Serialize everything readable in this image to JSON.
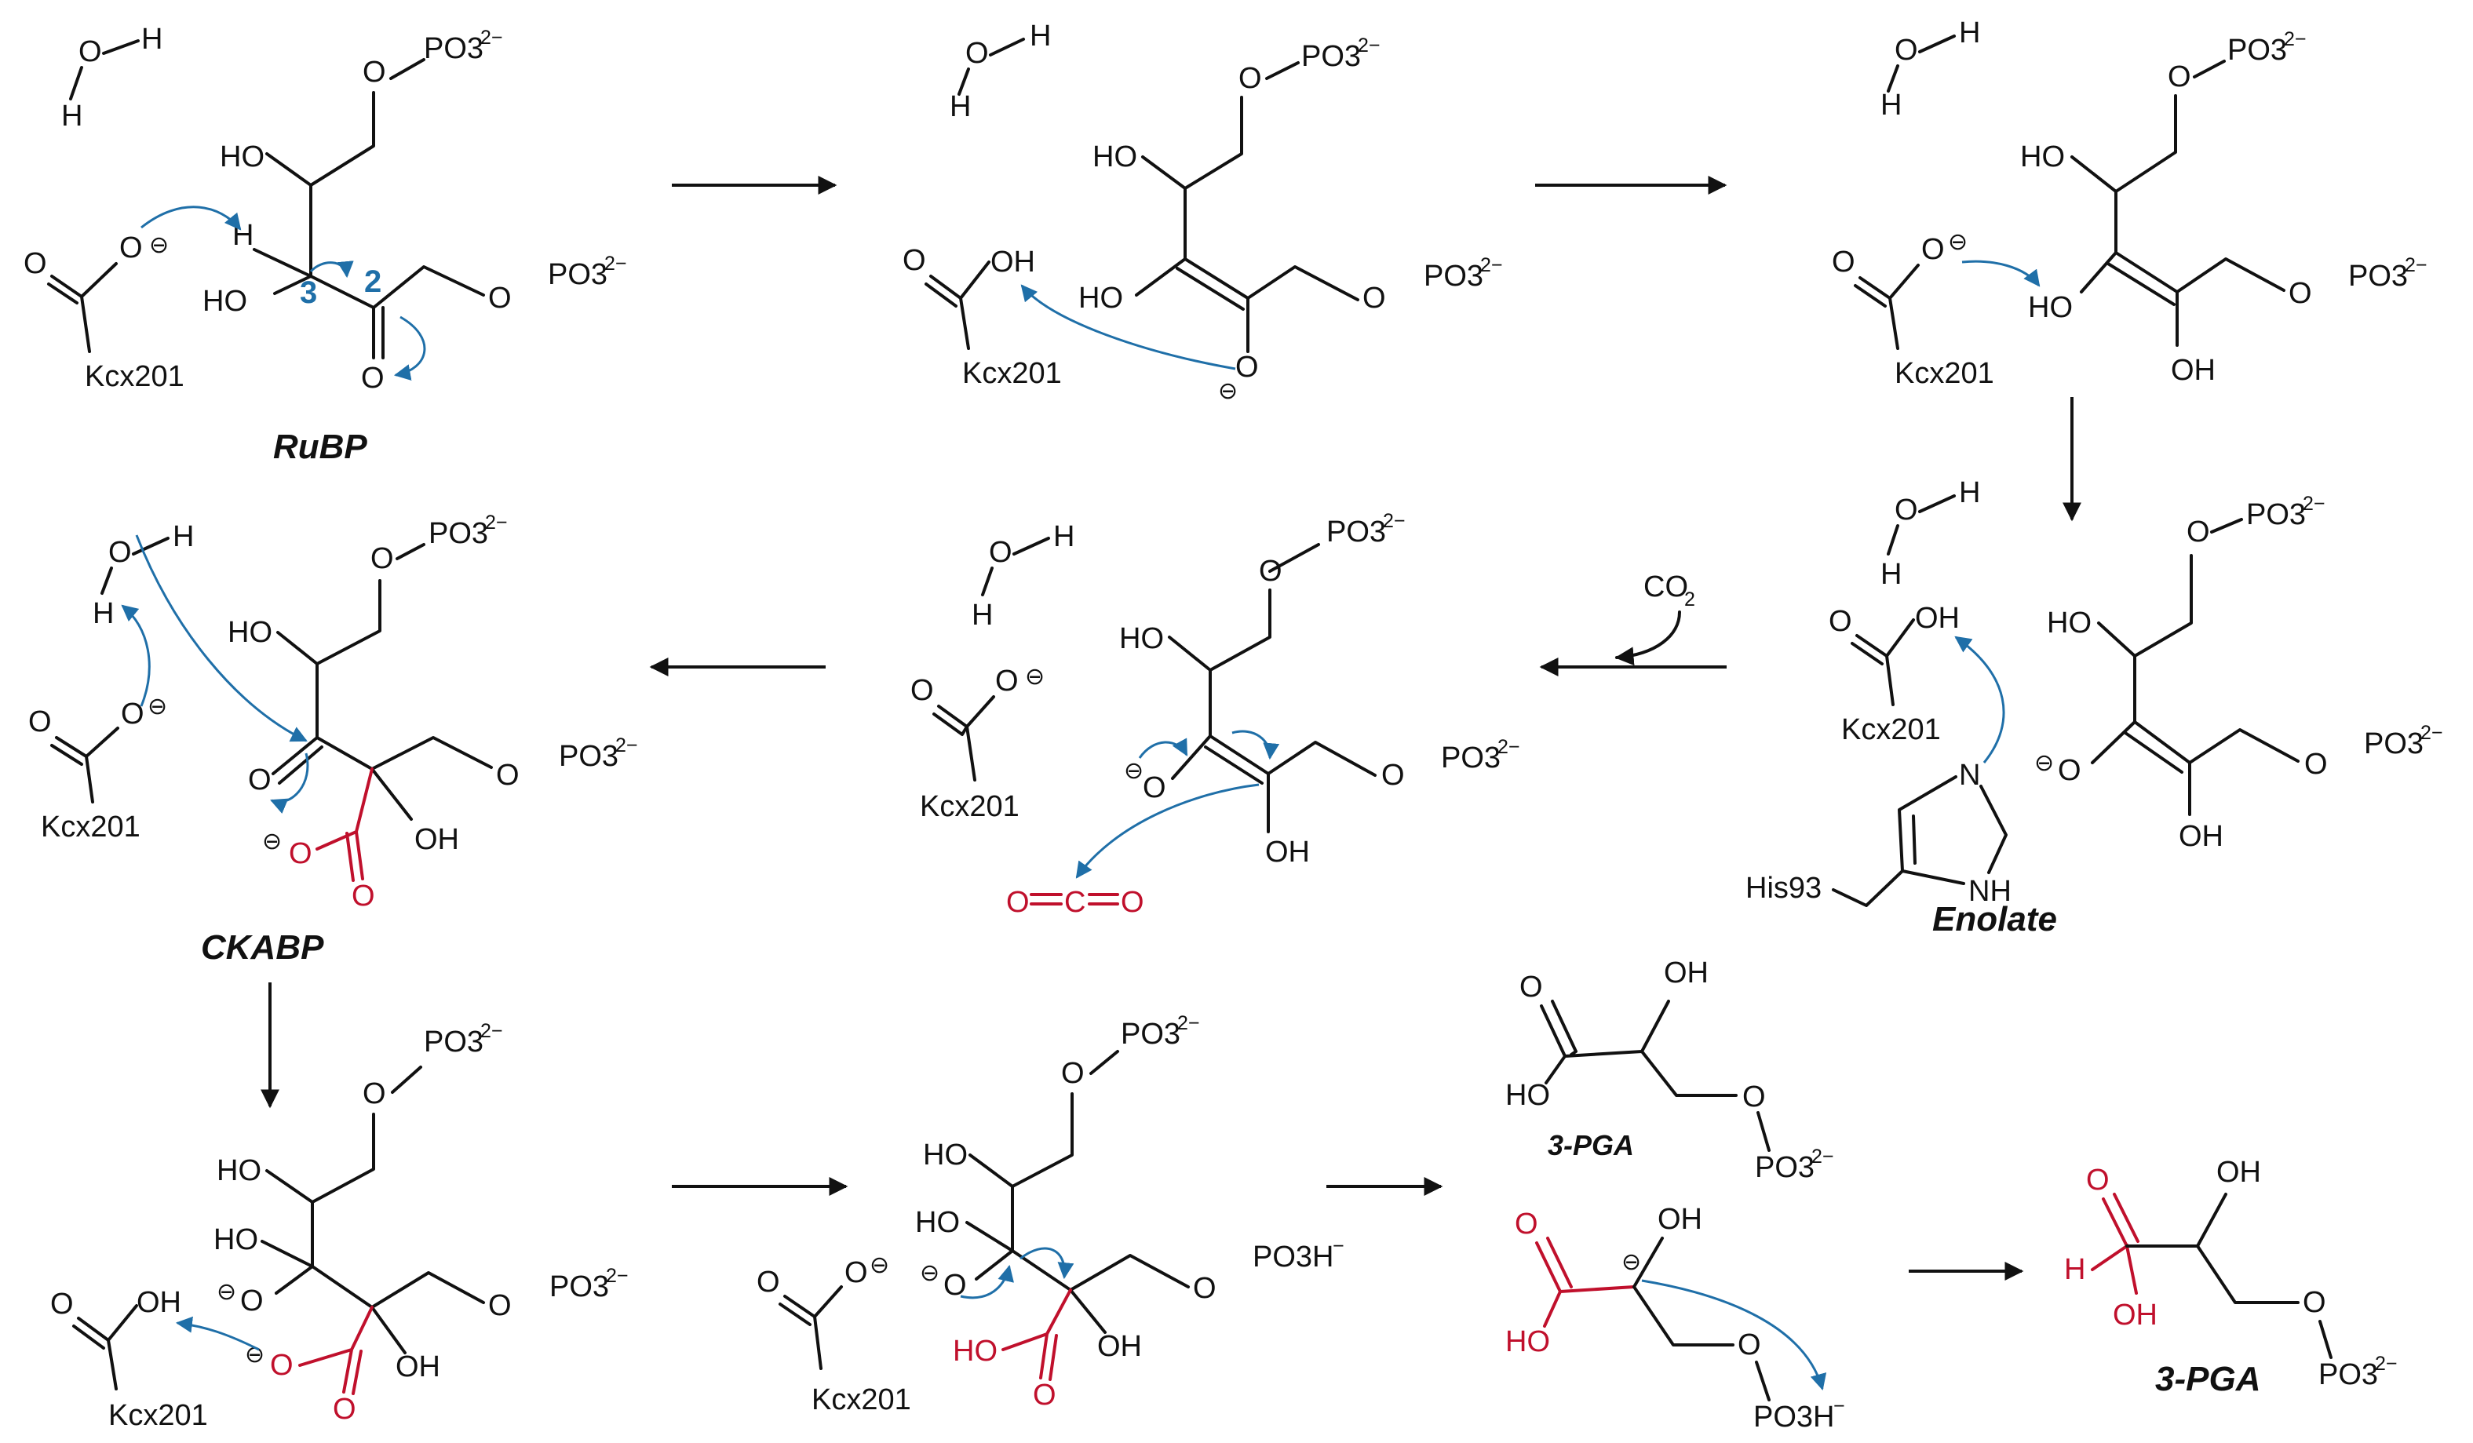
{
  "atoms": {
    "oh": "OH",
    "ho": "HO",
    "h": "H",
    "o": "O",
    "c": "C",
    "nh": "NH",
    "n": "N",
    "po3": "PO3",
    "po3h": "PO3H",
    "charge2": "2−",
    "charge1": "−",
    "anion": "⊖"
  },
  "residues": {
    "kcx": "Kcx201",
    "his": "His93"
  },
  "reagents": {
    "co2_main": "CO",
    "co2_sub": "2"
  },
  "carbon_numbers": {
    "c3": "3",
    "c2": "2"
  },
  "species_labels": {
    "rubp": "RuBP",
    "enolate": "Enolate",
    "ckabp": "CKABP",
    "pga_upper": "3-PGA",
    "pga_final": "3-PGA"
  },
  "colors": {
    "highlight_red": "#c0102c",
    "arrow_blue": "#1f6fa8",
    "bond_black": "#111111"
  }
}
